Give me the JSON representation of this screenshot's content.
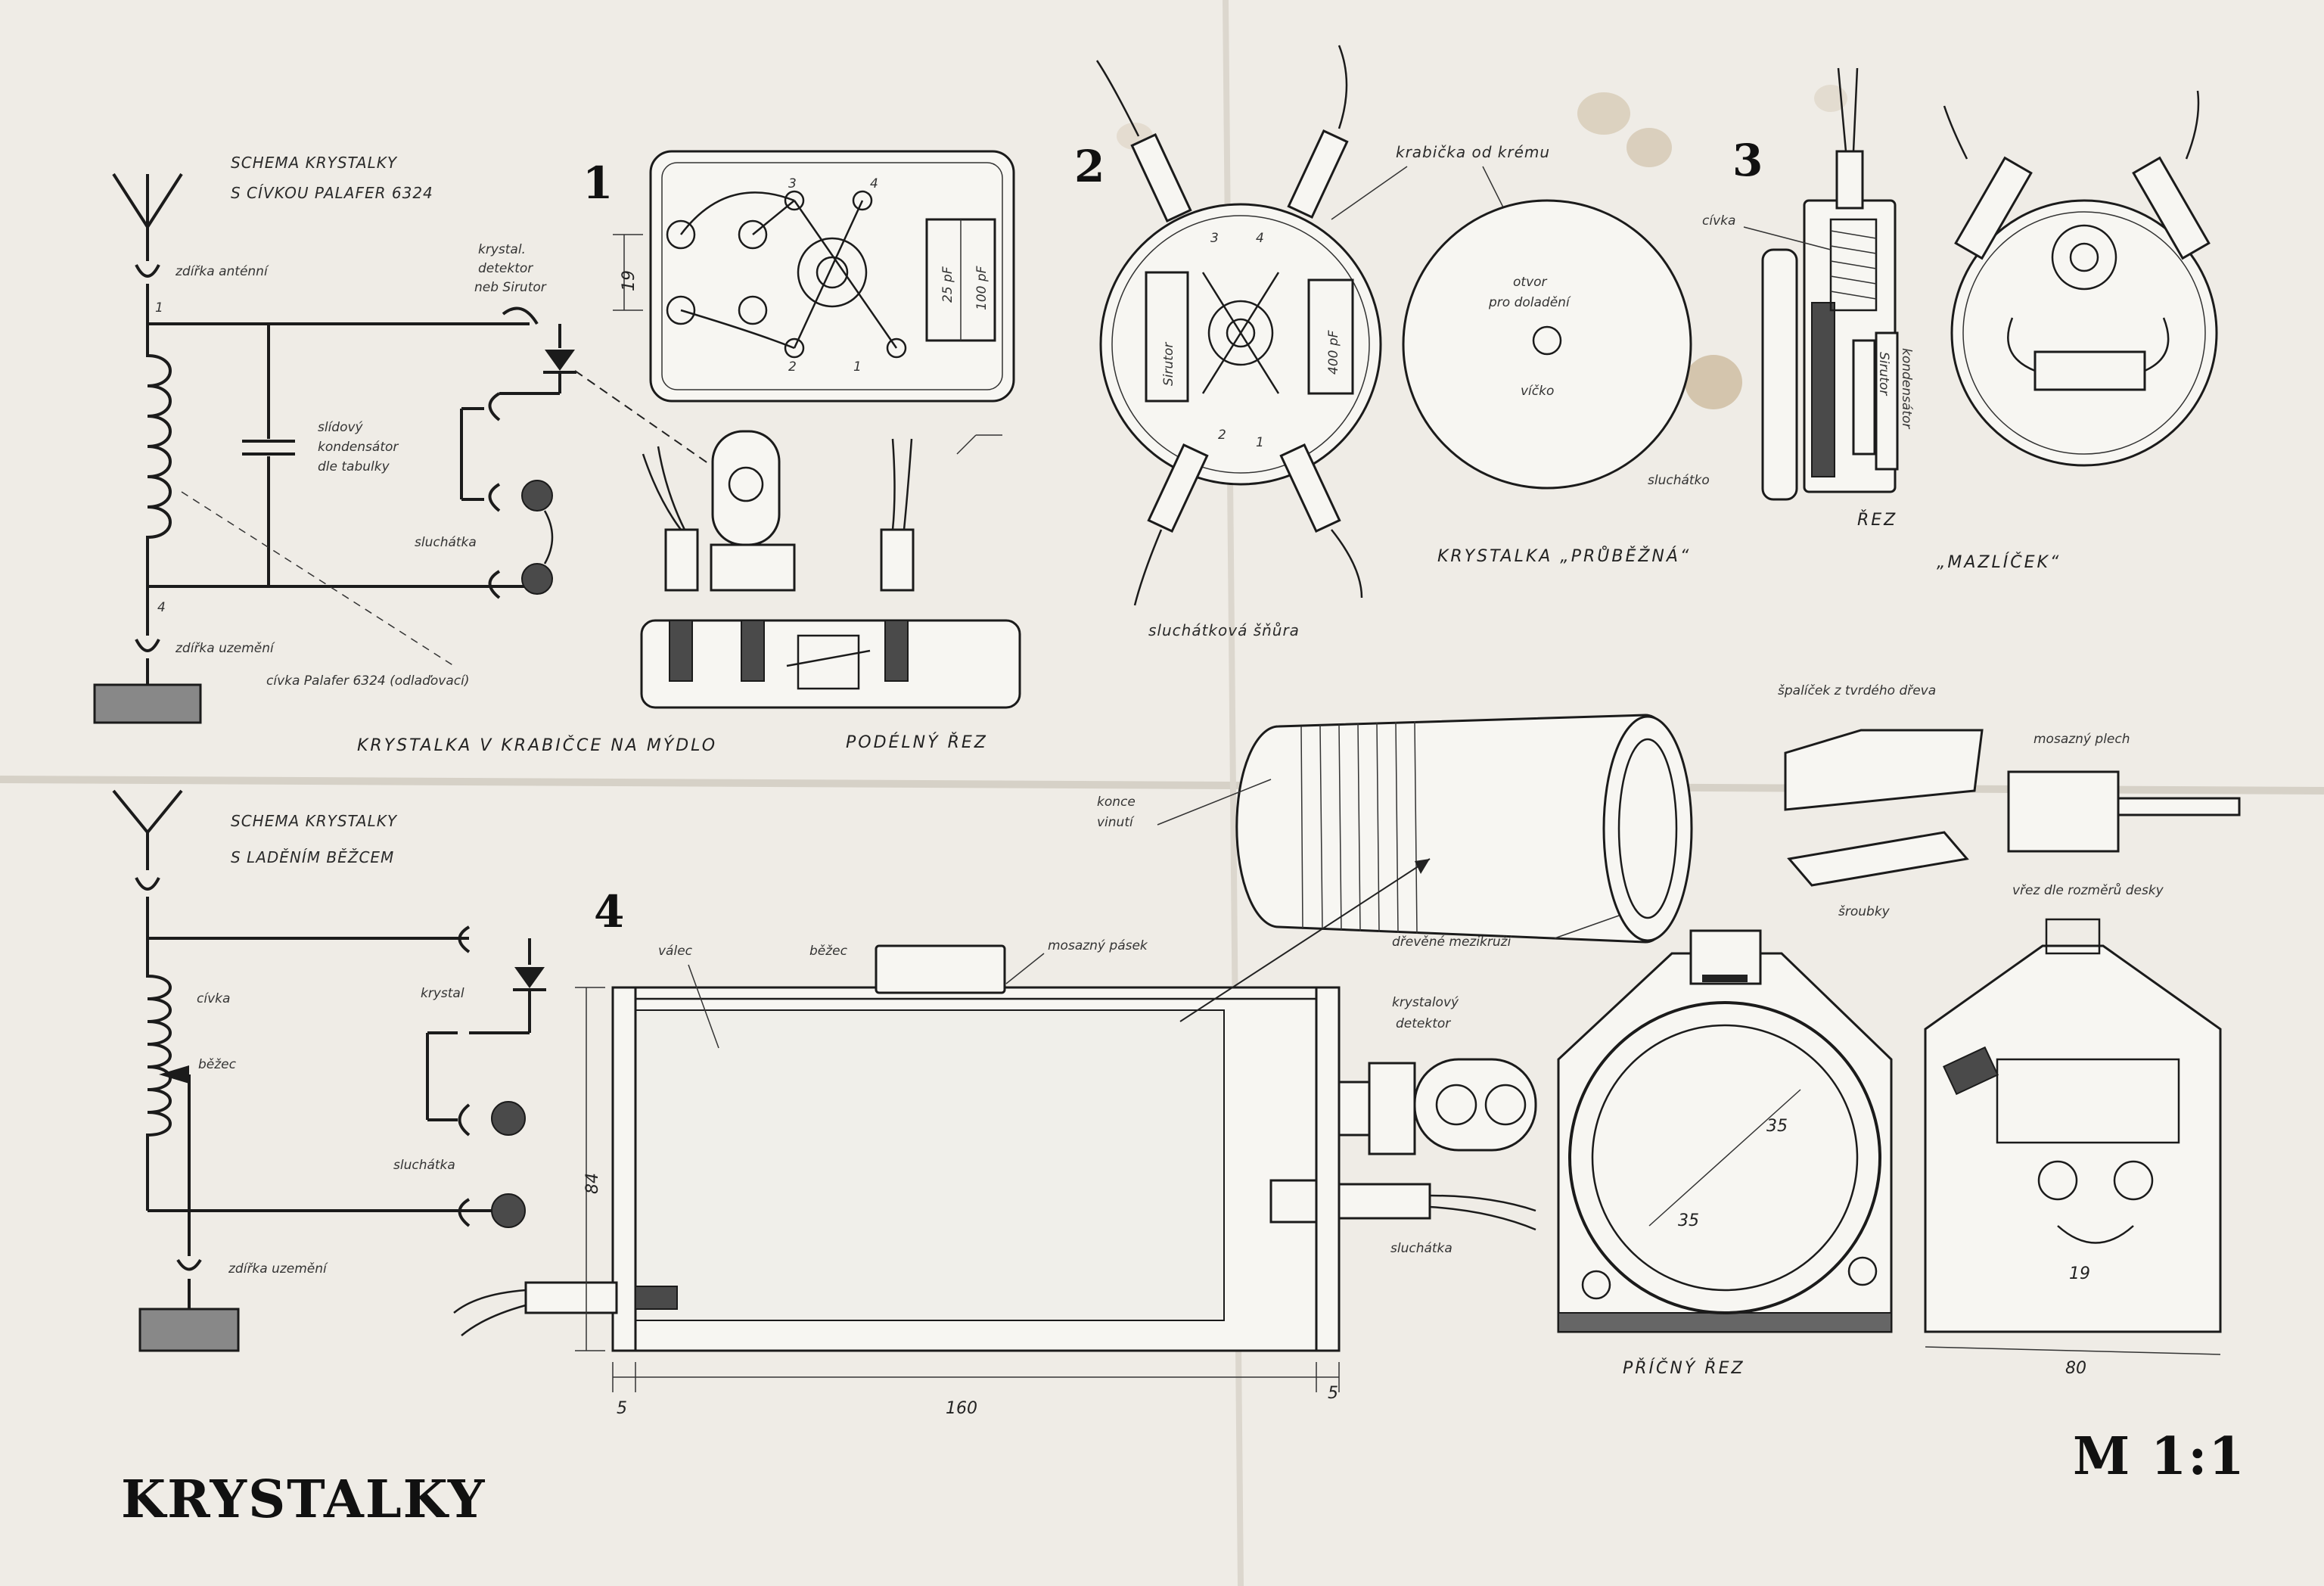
{
  "title": "KRYSTALKY",
  "scale": "M 1:1",
  "schema_top": {
    "title_line1": "SCHEMA KRYSTALKY",
    "title_line2": "S CÍVKOU PALAFER 6324",
    "antenna_jack": "zdířka anténní",
    "detector_l1": "krystal.",
    "detector_l2": "detektor",
    "detector_l3": "neb Sirutor",
    "capacitor_l1": "slídový",
    "capacitor_l2": "kondensátor",
    "capacitor_l3": "dle tabulky",
    "headphones": "sluchátka",
    "ground_jack": "zdířka uzemění",
    "coil": "cívka Palafer 6324 (odlaďovací)",
    "pin_top": "1",
    "pin_bottom": "4"
  },
  "fig1": {
    "number": "1",
    "dim": "19",
    "cap1": "25 pF",
    "cap2": "100 pF",
    "pin1": "1",
    "pin2": "2",
    "pin3": "3",
    "pin4": "4",
    "caption_left": "KRYSTALKA V KRABIČCE NA MÝDLO",
    "caption_right": "PODÉLNÝ ŘEZ"
  },
  "fig2": {
    "number": "2",
    "box_label": "krabička od krému",
    "sirutor": "Sirutor",
    "cap": "400 pF",
    "hole_l1": "otvor",
    "hole_l2": "pro doladění",
    "lid": "víčko",
    "cord": "sluchátková šňůra",
    "caption": "KRYSTALKA „PRŮBĚŽNÁ“",
    "pin1": "1",
    "pin2": "2",
    "pin3": "3",
    "pin4": "4"
  },
  "fig3": {
    "number": "3",
    "coil": "cívka",
    "capacitor": "kondensátor",
    "sirutor": "Sirutor",
    "headphone": "sluchátko",
    "section": "ŘEZ",
    "caption": "„MAZLÍČEK“"
  },
  "schema_bottom": {
    "title_line1": "SCHEMA KRYSTALKY",
    "title_line2": "S LADĚNÍM BĚŽCEM",
    "coil": "cívka",
    "slider": "běžec",
    "crystal": "krystal",
    "headphones": "sluchátka",
    "ground_jack": "zdířka uzemění"
  },
  "fig4": {
    "number": "4",
    "cylinder": "válec",
    "slider": "běžec",
    "brass_strip": "mosazný pásek",
    "winding_ends_l1": "konce",
    "winding_ends_l2": "vinutí",
    "wood_ring": "dřevěné mezikruží",
    "detector_l1": "krystalový",
    "detector_l2": "detektor",
    "headphones": "sluchátka",
    "dim_height": "84",
    "dim_left": "5",
    "dim_length": "160",
    "dim_right": "5",
    "dim_r1": "35",
    "dim_r2": "35",
    "dim_19": "19",
    "dim_80": "80",
    "cross_section": "PŘÍČNÝ ŘEZ",
    "block": "špalíček z tvrdého dřeva",
    "brass_sheet": "mosazný plech",
    "screws": "šroubky",
    "sheet_note": "vřez dle rozměrů desky"
  }
}
